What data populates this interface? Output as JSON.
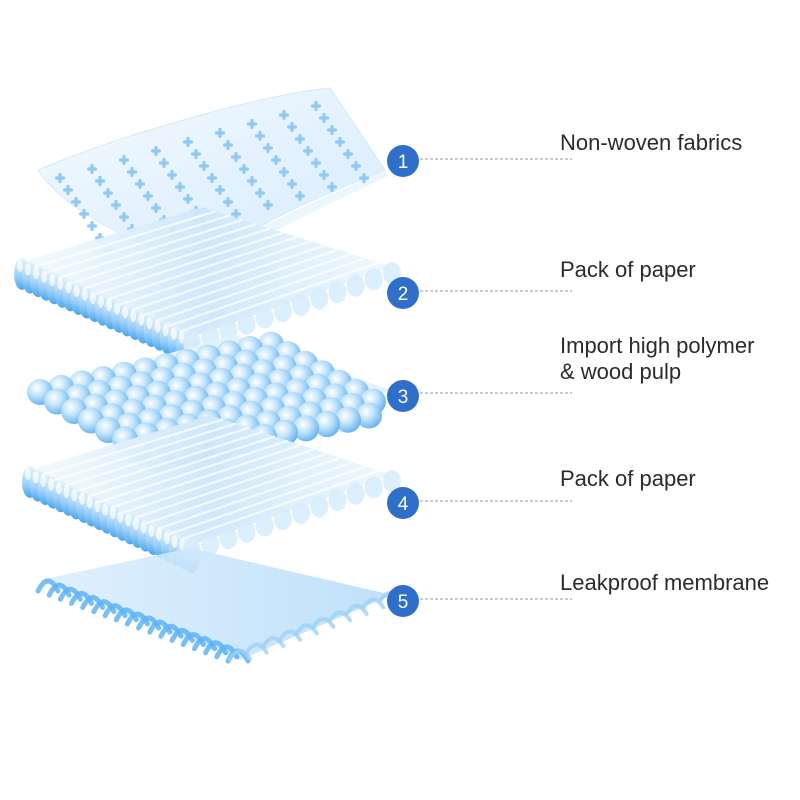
{
  "colors": {
    "badge": "#2f6fc9",
    "badge_text": "#ffffff",
    "leader": "#9a9a9a",
    "layer_light": "#eaf5ff",
    "layer_mid": "#a8d6fb",
    "layer_dark": "#5fb4f4",
    "cross": "#8fc9f7"
  },
  "layers": [
    {
      "number": "1",
      "label": "Non-woven fabrics",
      "label_line2": "",
      "texture": "perforated-sheet"
    },
    {
      "number": "2",
      "label": "Pack of paper",
      "label_line2": "",
      "texture": "ribbed-tubes"
    },
    {
      "number": "3",
      "label": "Import high polymer",
      "label_line2": "& wood pulp",
      "texture": "bead-grid"
    },
    {
      "number": "4",
      "label": "Pack of paper",
      "label_line2": "",
      "texture": "ribbed-tubes"
    },
    {
      "number": "5",
      "label": "Leakproof membrane",
      "label_line2": "",
      "texture": "arched-film"
    }
  ]
}
